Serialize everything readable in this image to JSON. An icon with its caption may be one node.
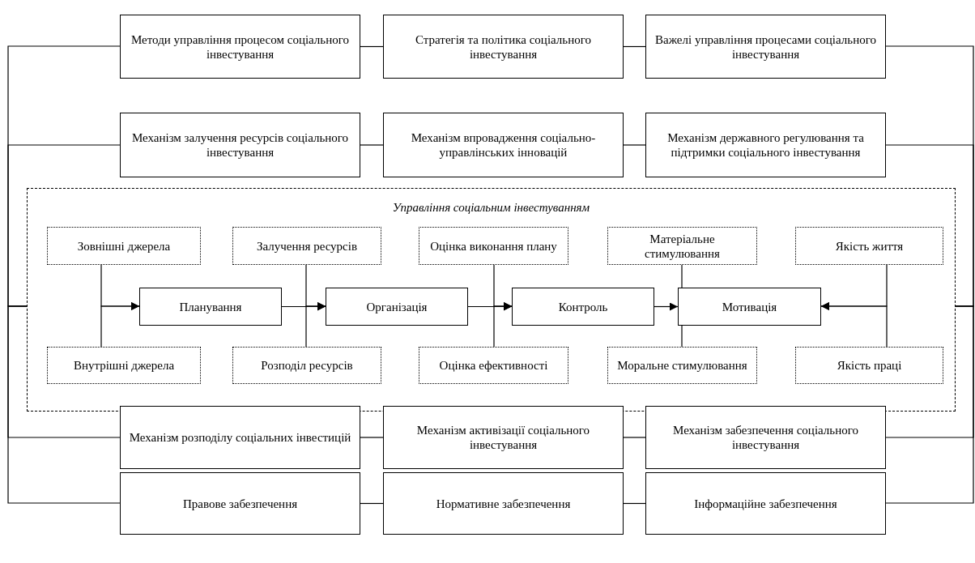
{
  "diagram": {
    "nodes": [
      {
        "text": [
          "Методи управління процесом соціального інвестування"
        ]
      },
      {
        "text": [
          "Стратегія та політика соціального інвестування"
        ]
      },
      {
        "text": [
          "Важелі управління процесами соціального інвестування"
        ]
      },
      {
        "text": [
          "Механізм залучення ресурсів соціального інвестування"
        ]
      },
      {
        "text": [
          "Механізм впровадження соціально-управлінських інновацій"
        ]
      },
      {
        "text": [
          "Механізм державного регулювання та підтримки соціального інвестування"
        ]
      },
      {
        "text": [
          "Управління соціальним інвестуванням"
        ]
      },
      {
        "text": [
          "Зовнішні джерела"
        ],
        "in": 6
      },
      {
        "text": [
          "Залучення ресурсів"
        ],
        "in": 6
      },
      {
        "text": [
          "Оцінка виконання плану"
        ],
        "in": 6
      },
      {
        "text": [
          "Матеріальне стимулювання"
        ],
        "in": 6
      },
      {
        "text": [
          "Якість життя"
        ],
        "in": 6
      },
      {
        "text": [
          "Планування"
        ],
        "in": 6
      },
      {
        "text": [
          "Організація"
        ],
        "in": 6
      },
      {
        "text": [
          "Контроль"
        ],
        "in": 6
      },
      {
        "text": [
          "Мотивація"
        ],
        "in": 6
      },
      {
        "text": [
          "Внутрішні джерела"
        ],
        "in": 6
      },
      {
        "text": [
          "Розподіл ресурсів"
        ],
        "in": 6
      },
      {
        "text": [
          "Оцінка ефективності"
        ],
        "in": 6
      },
      {
        "text": [
          "Моральне стимулювання"
        ],
        "in": 6
      },
      {
        "text": [
          "Якість праці"
        ],
        "in": 6
      },
      {
        "text": [
          "Механізм розподілу соціальних інвестицій"
        ]
      },
      {
        "text": [
          "Механізм активізації соціального інвестування"
        ]
      },
      {
        "text": [
          "Механізм забезпечення соціального інвестування"
        ]
      },
      {
        "text": [
          "Правове забезпечення"
        ]
      },
      {
        "text": [
          "Нормативне забезпечення"
        ]
      },
      {
        "text": [
          "Інформаційне забезпечення"
        ]
      }
    ],
    "edges": [
      {
        "from": 0,
        "to": 1,
        "arrow": "none"
      },
      {
        "from": 1,
        "to": 2,
        "arrow": "none"
      },
      {
        "from": 3,
        "to": 4,
        "arrow": "none"
      },
      {
        "from": 4,
        "to": 5,
        "arrow": "none"
      },
      {
        "from": 21,
        "to": 22,
        "arrow": "none"
      },
      {
        "from": 22,
        "to": 23,
        "arrow": "none"
      },
      {
        "from": 24,
        "to": 25,
        "arrow": "none"
      },
      {
        "from": 25,
        "to": 26,
        "arrow": "none"
      },
      {
        "from": 6,
        "to": 0,
        "arrow": "none"
      },
      {
        "from": 6,
        "to": 3,
        "arrow": "none"
      },
      {
        "from": 6,
        "to": 21,
        "arrow": "none"
      },
      {
        "from": 6,
        "to": 24,
        "arrow": "none"
      },
      {
        "from": 6,
        "to": 2,
        "arrow": "none"
      },
      {
        "from": 6,
        "to": 5,
        "arrow": "none"
      },
      {
        "from": 6,
        "to": 23,
        "arrow": "none"
      },
      {
        "from": 6,
        "to": 26,
        "arrow": "none"
      },
      {
        "from": 7,
        "to": 12,
        "arrow": "to"
      },
      {
        "from": 16,
        "to": 12,
        "arrow": "to"
      },
      {
        "from": 12,
        "to": 13,
        "arrow": "to"
      },
      {
        "from": 8,
        "to": 13,
        "arrow": "to"
      },
      {
        "from": 17,
        "to": 13,
        "arrow": "to"
      },
      {
        "from": 13,
        "to": 14,
        "arrow": "to"
      },
      {
        "from": 9,
        "to": 14,
        "arrow": "to"
      },
      {
        "from": 18,
        "to": 14,
        "arrow": "to"
      },
      {
        "from": 14,
        "to": 15,
        "arrow": "to"
      },
      {
        "from": 10,
        "to": 15,
        "arrow": "to"
      },
      {
        "from": 19,
        "to": 15,
        "arrow": "to"
      },
      {
        "from": 11,
        "to": 15,
        "arrow": "to"
      },
      {
        "from": 20,
        "to": 15,
        "arrow": "to"
      }
    ]
  }
}
